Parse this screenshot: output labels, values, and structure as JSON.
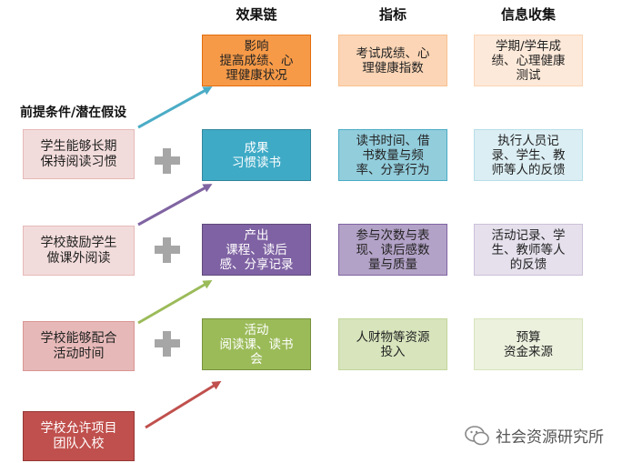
{
  "headers": {
    "chain": "效果链",
    "indicator": "指标",
    "info": "信息收集"
  },
  "section_label": "前提条件/潜在假设",
  "premises": [
    "学生能够长期\n保持阅读习惯",
    "学校鼓励学生\n做课外阅读",
    "学校能够配合\n活动时间",
    "学校允许项目\n团队入校"
  ],
  "chain": [
    {
      "title": "影响",
      "body": "提高成绩、心\n理健康状况",
      "color": "#f69a48"
    },
    {
      "title": "成果",
      "body": "习惯读书",
      "color": "#3eaac6"
    },
    {
      "title": "产出",
      "body": "课程、读后\n感、分享记录",
      "color": "#7f62a3"
    },
    {
      "title": "活动",
      "body": "阅读课、读书\n会",
      "color": "#9bbb59"
    }
  ],
  "indicators": [
    "考试成绩、心\n理健康指数",
    "读书时间、借\n书数量与频\n率、分享行为",
    "参与次数与表\n现、读后感数\n量与质量",
    "人财物等资源\n投入"
  ],
  "info_collection": [
    "学期/学年成\n绩、心理健康\n测试",
    "执行人员记\n录、学生、教\n师等人的反馈",
    "活动记录、学\n生、教师等人\n的反馈",
    "预算\n资金来源"
  ],
  "colors": {
    "premise_fill": [
      "#f2dcdb",
      "#f2dcdb",
      "#e6b9b8",
      "#c0504d"
    ],
    "premise_border": "#d99694",
    "indicator_fill": [
      "#fbd5b5",
      "#92cddc",
      "#b3a2c7",
      "#d7e4bc"
    ],
    "info_fill": [
      "#fde9d9",
      "#dbeef3",
      "#e5e0ec",
      "#ebf1dd"
    ],
    "arrows": [
      "#4bacc6",
      "#8064a2",
      "#9bbb59",
      "#c0504d"
    ]
  },
  "watermark": "社会资源研究所"
}
